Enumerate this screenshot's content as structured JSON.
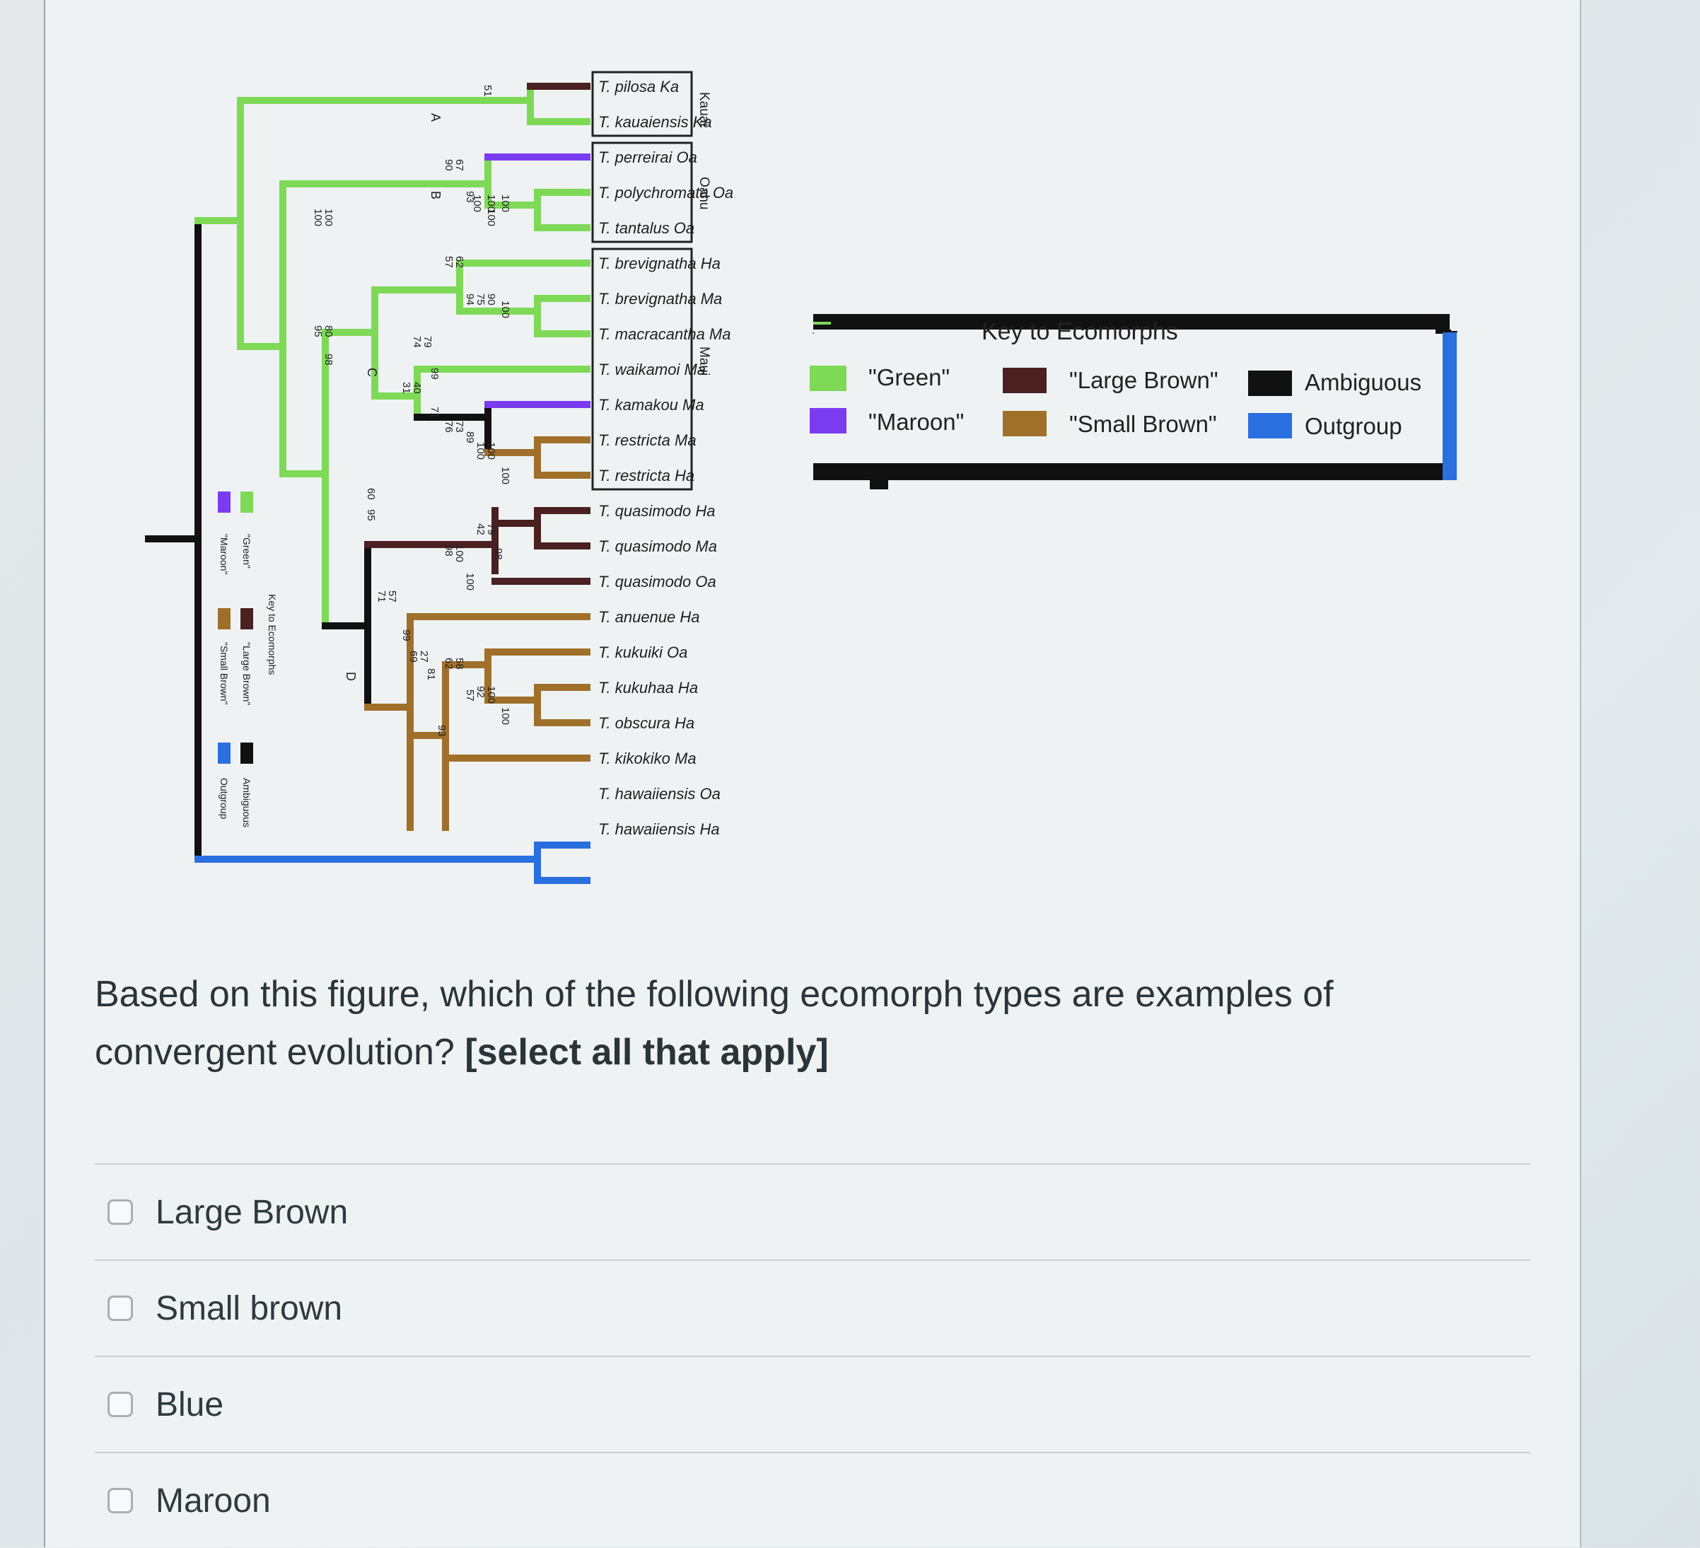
{
  "figure": {
    "taxa": [
      "T. pilosa Ka",
      "T. kauaiensis Ka",
      "T. perreirai Oa",
      "T. polychromata Oa",
      "T. tantalus Oa",
      "T. brevignatha Ha",
      "T. brevignatha Ma",
      "T. macracantha Ma",
      "T. waikamoi Ma",
      "T. kamakou Ma",
      "T. restricta Ma",
      "T. restricta Ha",
      "T. quasimodo Ha",
      "T. quasimodo Ma",
      "T. quasimodo Oa",
      "T. anuenue Ha",
      "T. kukuiki Oa",
      "T. kukuhaa Ha",
      "T. obscura Ha",
      "T. kikokiko Ma",
      "T. hawaiiensis Oa",
      "T. hawaiiensis Ha"
    ],
    "islands": [
      "Kauai",
      "Oahu",
      "Maui"
    ],
    "clade_letters": [
      "A",
      "B",
      "C",
      "D"
    ],
    "support_values": [
      "51",
      "67",
      "90",
      "93",
      "100",
      "100",
      "100",
      "100",
      "100",
      "100",
      "62",
      "57",
      "94",
      "90",
      "75",
      "100",
      "80",
      "95",
      "98",
      "79",
      "74",
      "99",
      "40",
      "31",
      "71",
      "73",
      "76",
      "89",
      "100",
      "100",
      "100",
      "60",
      "95",
      "79",
      "42",
      "98",
      "100",
      "98",
      "100",
      "57",
      "71",
      "99",
      "27",
      "69",
      "81",
      "58",
      "62",
      "57",
      "100",
      "92",
      "100",
      "93"
    ],
    "key_small": {
      "title": "Key to Ecomorphs",
      "green": "\"Green\"",
      "maroon": "\"Maroon\"",
      "large_brown": "\"Large Brown\"",
      "small_brown": "\"Small Brown\"",
      "ambiguous": "Ambiguous",
      "outgroup": "Outgroup"
    },
    "key_large": {
      "title": "Key to Ecomorphs",
      "green": "\"Green\"",
      "maroon": "\"Maroon\"",
      "large_brown": "\"Large Brown\"",
      "small_brown": "\"Small Brown\"",
      "ambiguous": "Ambiguous",
      "outgroup": "Outgroup"
    },
    "colors": {
      "green": "#7ed957",
      "maroon": "#7a3cf0",
      "large_brown": "#4a2020",
      "small_brown": "#a0702a",
      "ambiguous": "#111111",
      "outgroup": "#2a6fe0"
    }
  },
  "question": {
    "text": "Based on this figure, which of the following ecomorph types are examples of convergent evolution?",
    "emphasis": "[select all that apply]"
  },
  "options": [
    {
      "label": "Large Brown"
    },
    {
      "label": "Small brown"
    },
    {
      "label": "Blue"
    },
    {
      "label": "Maroon"
    }
  ]
}
